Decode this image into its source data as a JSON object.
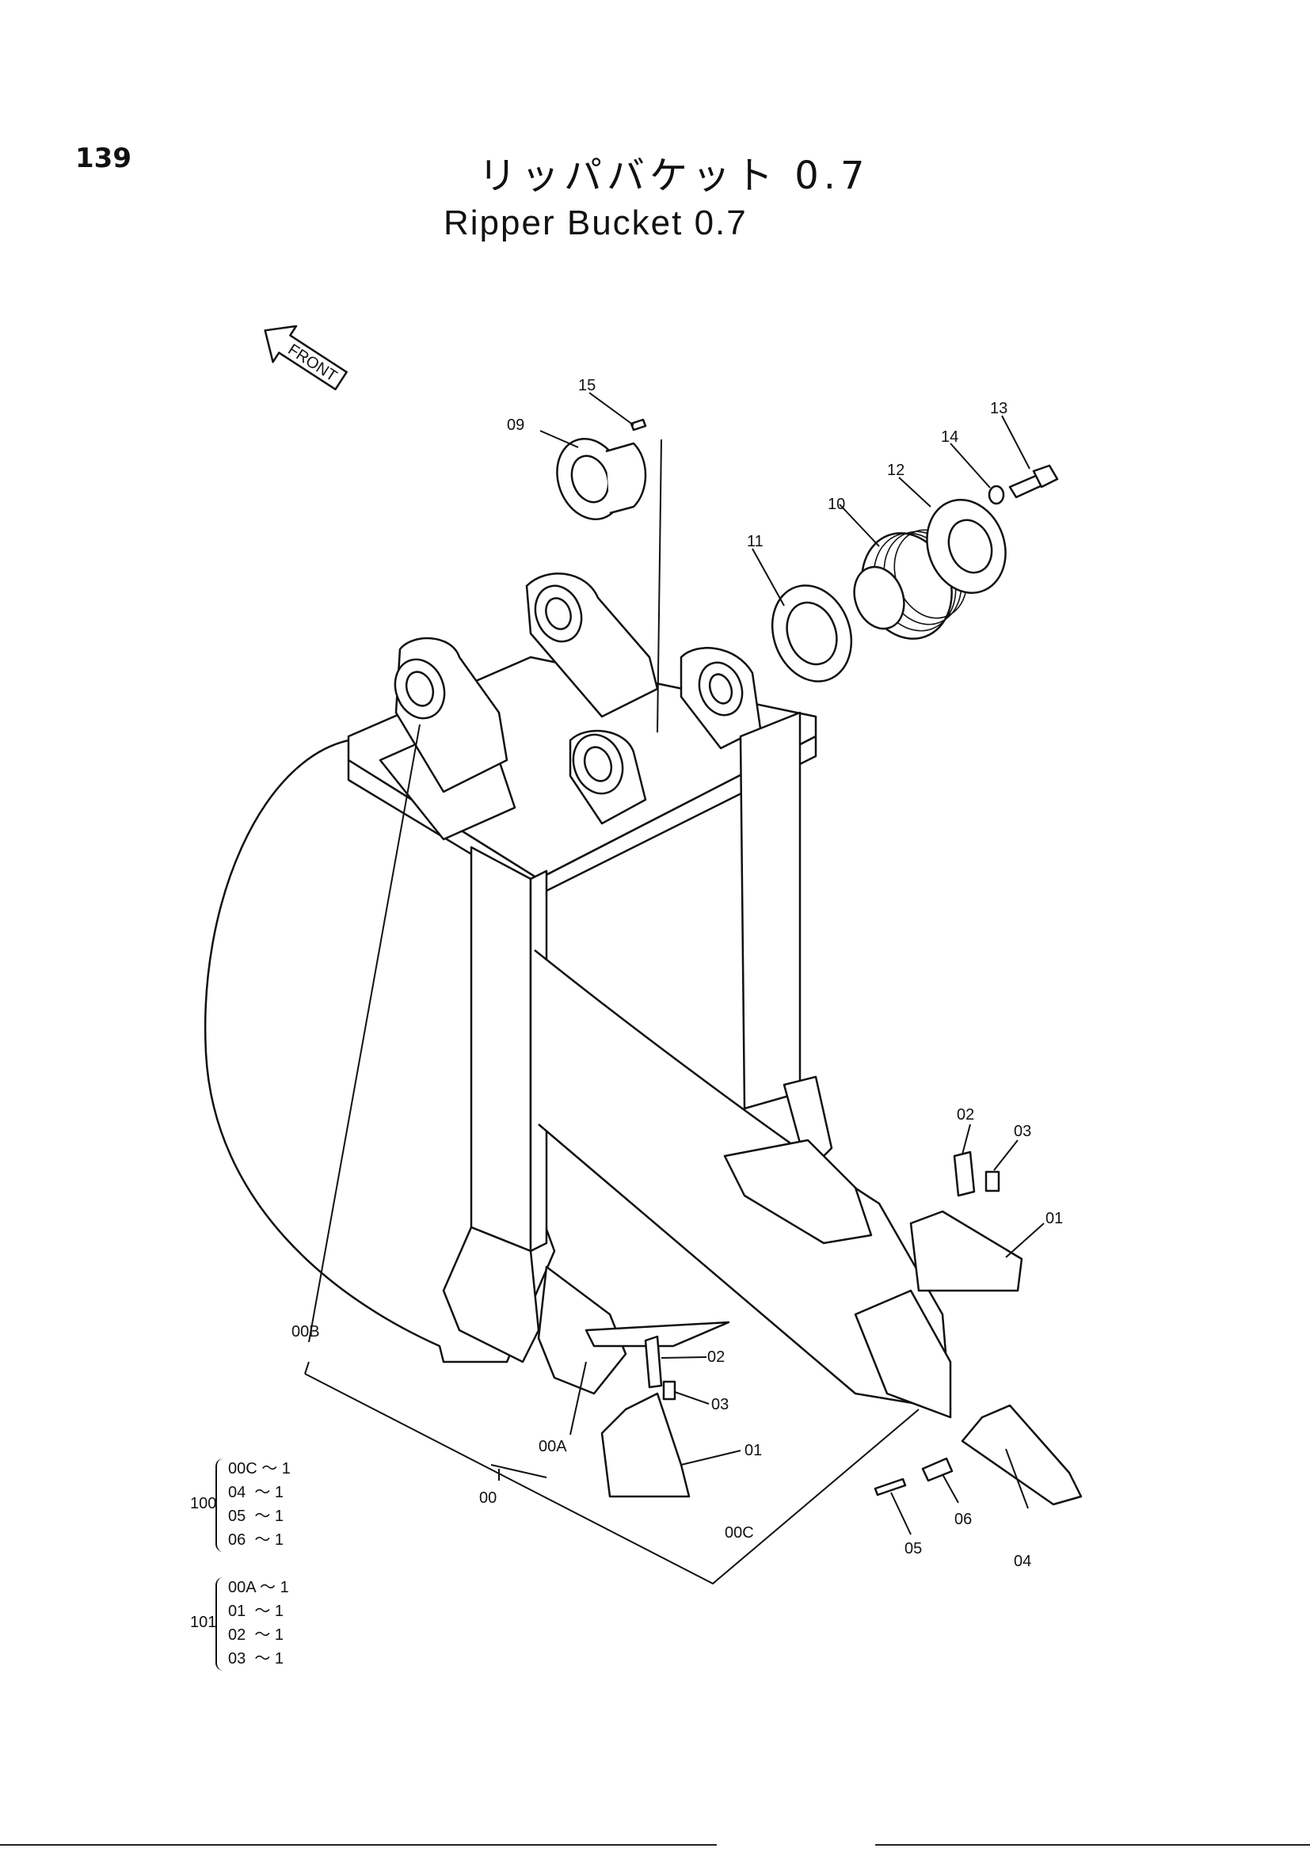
{
  "page_number": "139",
  "title_jp": "リッパバケット 0.7",
  "title_en": "Ripper Bucket 0.7",
  "front_label": "FRONT",
  "callouts": {
    "c00": "00",
    "c00A": "00A",
    "c00B": "00B",
    "c00C": "00C",
    "c01a": "01",
    "c01b": "01",
    "c02a": "02",
    "c02b": "02",
    "c03a": "03",
    "c03b": "03",
    "c04": "04",
    "c05": "05",
    "c06": "06",
    "c09": "09",
    "c10": "10",
    "c11": "11",
    "c12": "12",
    "c13": "13",
    "c14": "14",
    "c15": "15"
  },
  "groups": [
    {
      "id": "100",
      "items": [
        "00C ～ 1",
        "04  ～ 1",
        "05  ～ 1",
        "06  ～ 1"
      ]
    },
    {
      "id": "101",
      "items": [
        "00A ～ 1",
        "01  ～ 1",
        "02  ～ 1",
        "03  ～ 1"
      ]
    }
  ]
}
